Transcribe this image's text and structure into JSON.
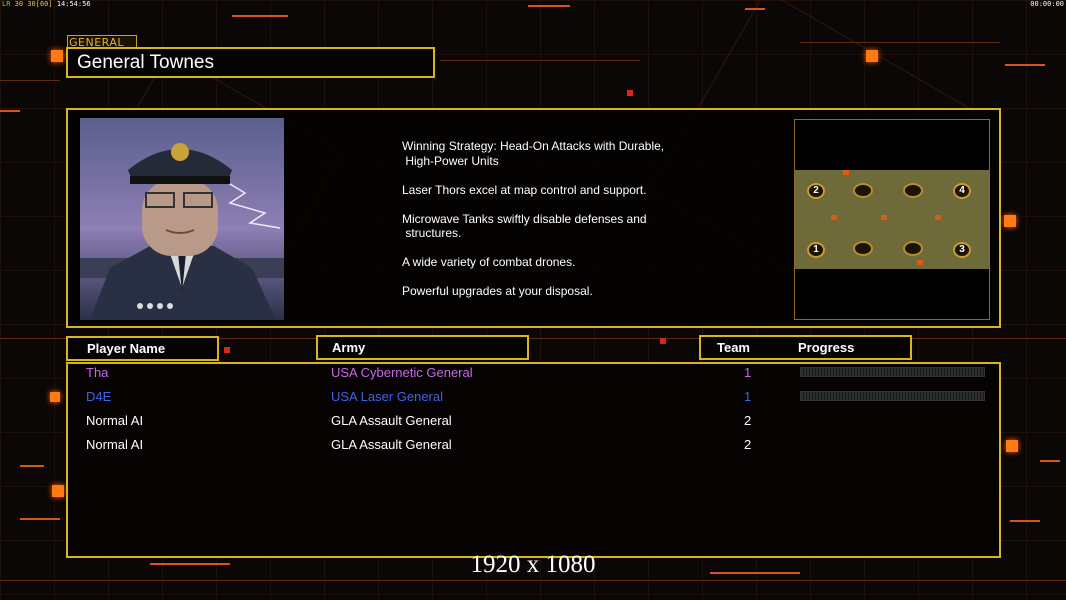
{
  "hud": {
    "stats_left_a": "LR",
    "stats_left_b": "30",
    "stats_left_c": "30",
    "stats_left_d": "[60]",
    "stats_left_time": "14:54:56",
    "clock_right": "00:00:00"
  },
  "general": {
    "section_label": "GENERAL",
    "name": "General Townes"
  },
  "strategy": {
    "lines": [
      "Winning Strategy: Head-On Attacks with Durable,\n High-Power Units",
      "Laser Thors excel at map control and support.",
      "Microwave Tanks swiftly disable defenses and\n structures.",
      "A wide variety of combat drones.",
      "Powerful upgrades at your disposal."
    ]
  },
  "minimap": {
    "start_positions": [
      "1",
      "2",
      "3",
      "4"
    ],
    "terrain_color": "#6f6a3a"
  },
  "columns": {
    "player_name": "Player Name",
    "army": "Army",
    "team": "Team",
    "progress": "Progress"
  },
  "players": [
    {
      "name": "Tha",
      "army": "USA Cybernetic General",
      "team": "1",
      "color": "#c56ae8",
      "has_progress": true,
      "progress": 0
    },
    {
      "name": "D4E",
      "army": "USA Laser General",
      "team": "1",
      "color": "#3f63e8",
      "has_progress": true,
      "progress": 0
    },
    {
      "name": "Normal AI",
      "army": "GLA Assault General",
      "team": "2",
      "color": "#ffffff",
      "has_progress": false
    },
    {
      "name": "Normal AI",
      "army": "GLA Assault General",
      "team": "2",
      "color": "#ffffff",
      "has_progress": false
    }
  ],
  "resolution_label": "1920 x 1080",
  "colors": {
    "frame_gold": "#d7b51c",
    "accent_orange": "#ff7a12",
    "background": "#0b0706"
  }
}
